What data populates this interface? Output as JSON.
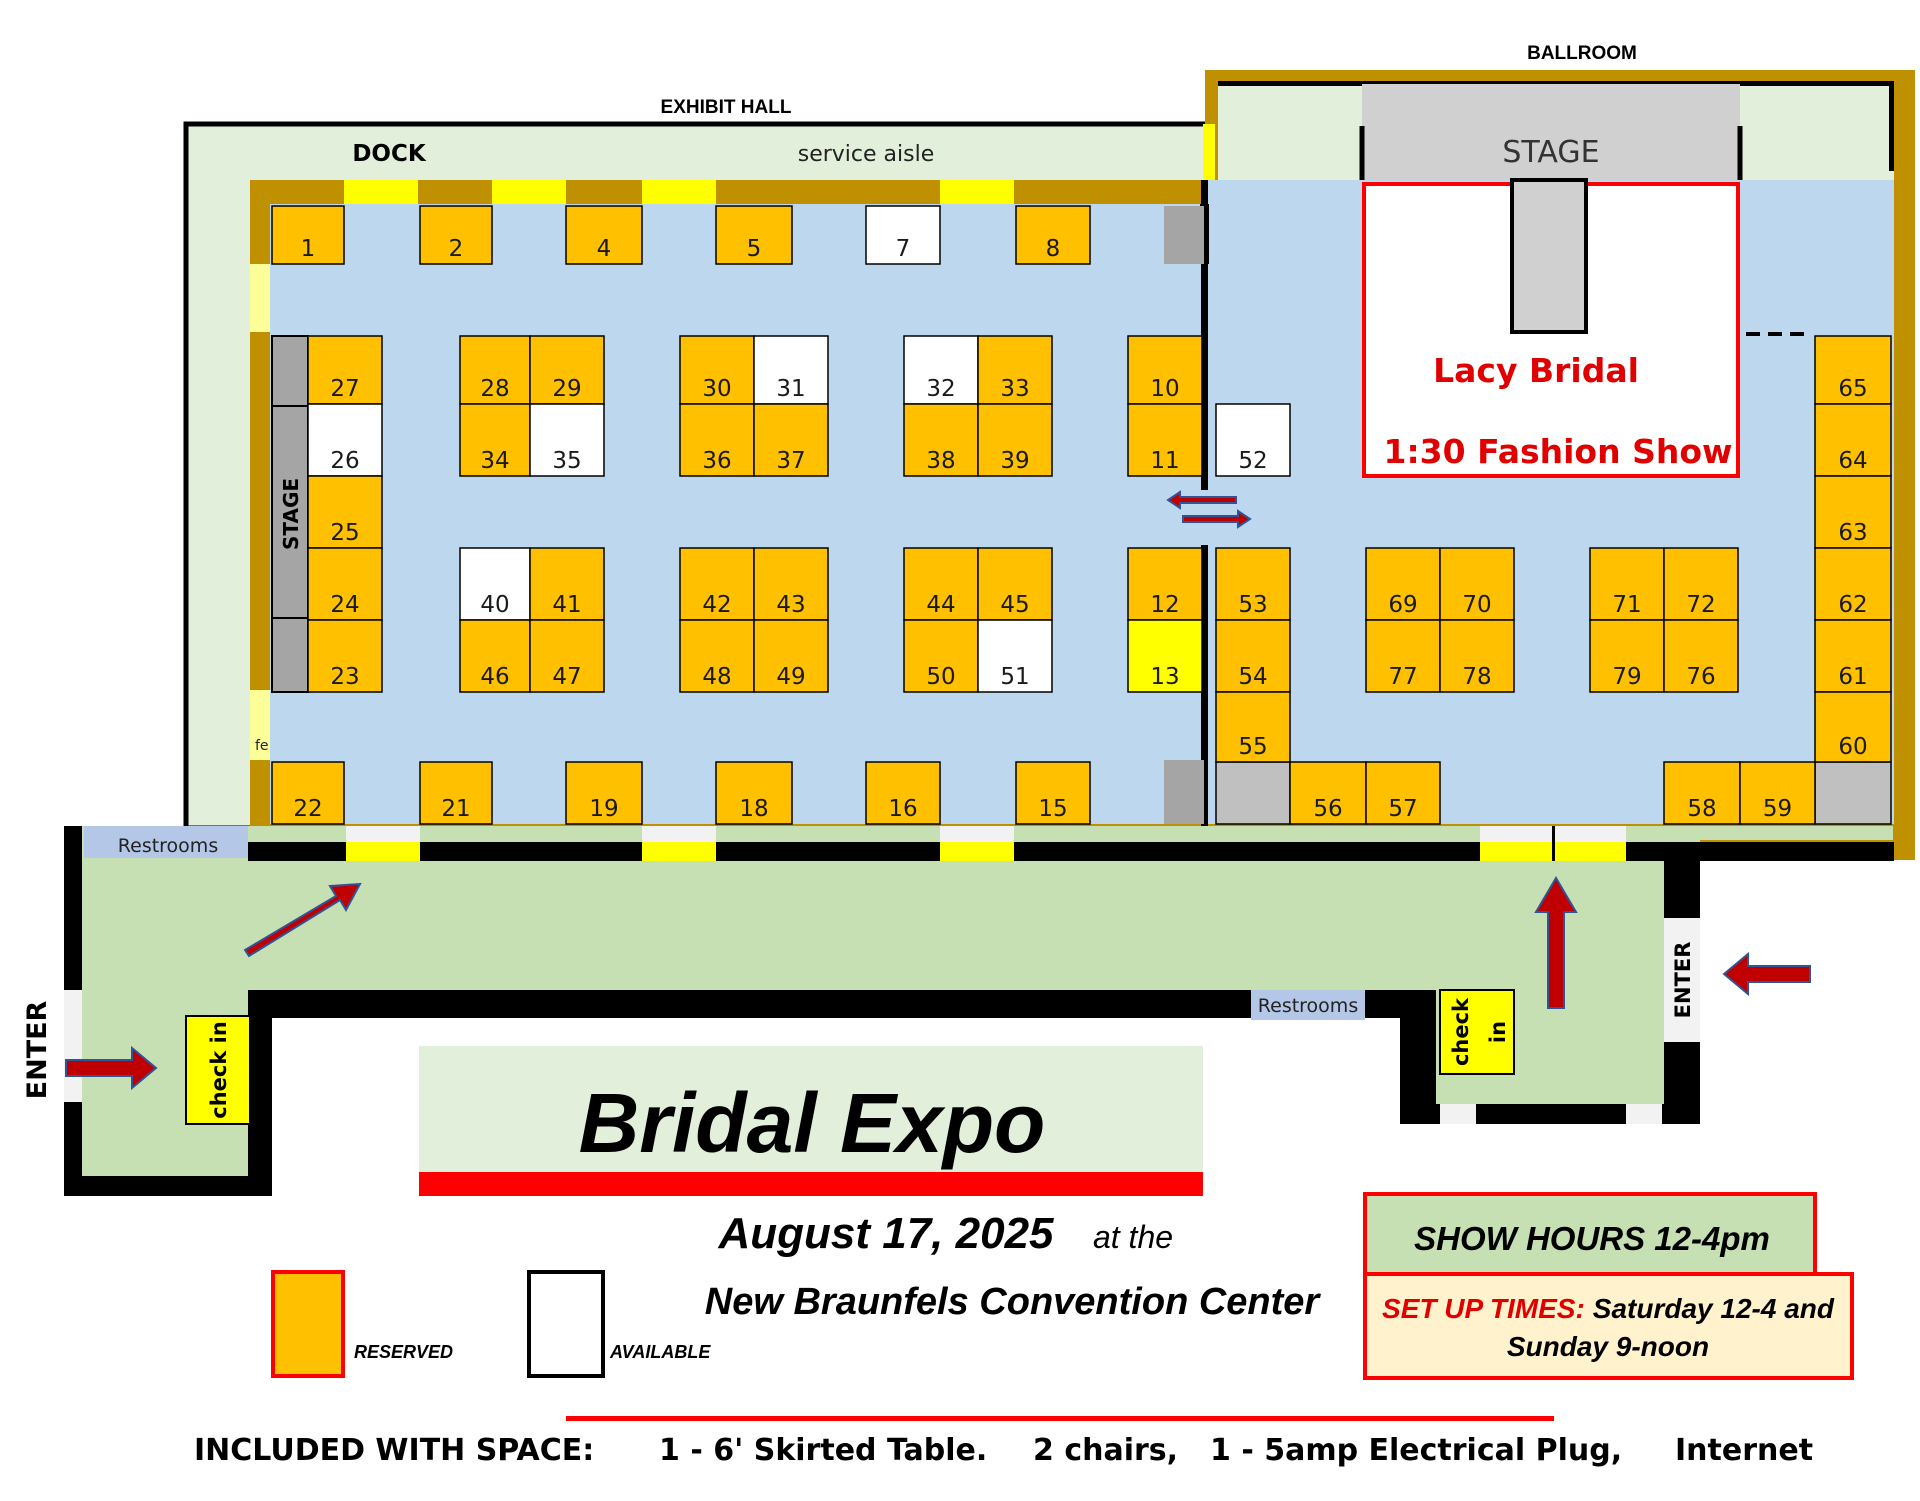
{
  "labels": {
    "exhibit_hall": "EXHIBIT HALL",
    "ballroom": "BALLROOM",
    "dock": "DOCK",
    "service_aisle": "service aisle",
    "stage_ballroom": "STAGE",
    "stage_left": "STAGE",
    "lacy_bridal": "Lacy Bridal",
    "fashion_show": "1:30 Fashion Show",
    "restrooms_left": "Restrooms",
    "restrooms_center": "Restrooms",
    "enter_left": "ENTER",
    "enter_right": "ENTER",
    "check_in": "check in",
    "check_in_right_1": "check",
    "check_in_right_2": "in",
    "fe": "fe"
  },
  "booths": {
    "b1": "1",
    "b2": "2",
    "b4": "4",
    "b5": "5",
    "b7": "7",
    "b8": "8",
    "b27": "27",
    "b26": "26",
    "b25": "25",
    "b24": "24",
    "b23": "23",
    "b28": "28",
    "b29": "29",
    "b34": "34",
    "b35": "35",
    "b30": "30",
    "b31": "31",
    "b36": "36",
    "b37": "37",
    "b32": "32",
    "b33": "33",
    "b38": "38",
    "b39": "39",
    "b10": "10",
    "b11": "11",
    "b52": "52",
    "b40": "40",
    "b41": "41",
    "b46": "46",
    "b47": "47",
    "b42": "42",
    "b43": "43",
    "b48": "48",
    "b49": "49",
    "b44": "44",
    "b45": "45",
    "b50": "50",
    "b51": "51",
    "b12": "12",
    "b13": "13",
    "b53": "53",
    "b54": "54",
    "b55": "55",
    "b69": "69",
    "b70": "70",
    "b77": "77",
    "b78": "78",
    "b71": "71",
    "b72": "72",
    "b79": "79",
    "b76": "76",
    "b65": "65",
    "b64": "64",
    "b63": "63",
    "b62": "62",
    "b61": "61",
    "b60": "60",
    "b22": "22",
    "b21": "21",
    "b19": "19",
    "b18": "18",
    "b16": "16",
    "b15": "15",
    "b56": "56",
    "b57": "57",
    "b58": "58",
    "b59": "59"
  },
  "event": {
    "title": "Bridal Expo",
    "date": "August 17, 2025",
    "at_the": "at the",
    "venue": "New Braunfels Convention Center",
    "show_hours": "SHOW HOURS 12-4pm",
    "setup_label": "SET UP TIMES:",
    "setup_line1": "Saturday 12-4 and",
    "setup_line2": "Sunday 9-noon"
  },
  "legend": {
    "reserved": "RESERVED",
    "available": "AVAILABLE"
  },
  "included": {
    "label": "INCLUDED WITH SPACE:",
    "item1": "1 - 6' Skirted Table.",
    "item2": "2 chairs,",
    "item3": "1 - 5amp Electrical Plug,",
    "item4": "Internet"
  },
  "colors": {
    "reserved": "#ffc000",
    "available": "#ffffff",
    "floor": "#bdd7ee",
    "wall_gold": "#bf9000",
    "corridor": "#c6e0b4",
    "light_green": "#e2efda",
    "accent_red": "#ff0000"
  }
}
